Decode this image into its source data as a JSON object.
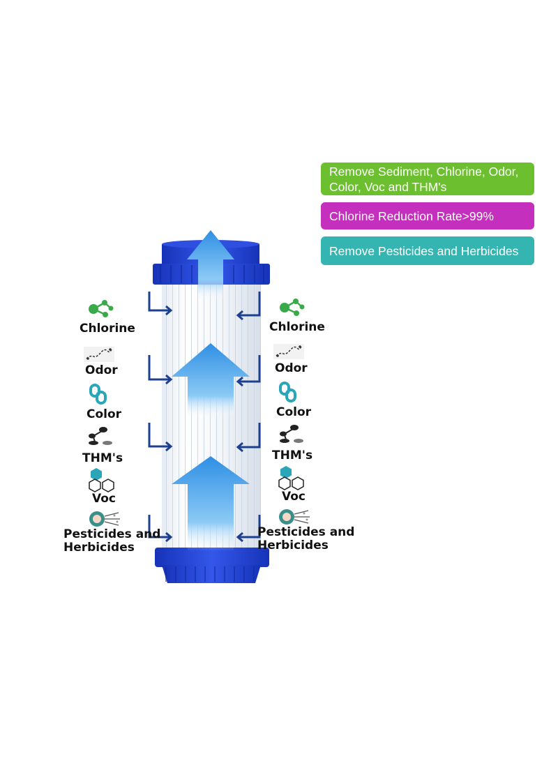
{
  "badges": [
    {
      "text": "Remove Sediment, Chlorine, Odor, Color, Voc and THM's",
      "color": "#6cc02f"
    },
    {
      "text": "Chlorine Reduction Rate>99%",
      "color": "#c42fbd"
    },
    {
      "text": "Remove Pesticides and Herbicides",
      "color": "#35b5b1"
    }
  ],
  "contaminants_left": {
    "chlorine": "Chlorine",
    "odor": "Odor",
    "color": "Color",
    "thms": "THM's",
    "voc": "Voc",
    "pesticides": "Pesticides and\nHerbicides"
  },
  "contaminants_right": {
    "chlorine": "Chlorine",
    "odor": "Odor",
    "color": "Color",
    "thms": "THM's",
    "voc": "Voc",
    "pesticides": "Pesticides and\nHerbicides"
  },
  "colors": {
    "cap_blue": "#1f3fd6",
    "flow_arrow": "#3fa0e8",
    "inflow_arrow": "#1d3f8f",
    "chlorine_icon": "#3aa94a",
    "color_icon": "#2aa6b8",
    "voc_icon": "#2aa6b8"
  },
  "icons": {
    "chlorine": "molecule-icon",
    "odor": "odor-icon",
    "color": "chain-link-icon",
    "thms": "thm-molecule-icon",
    "voc": "hexagon-icon",
    "pesticides": "pesticide-spray-icon"
  }
}
